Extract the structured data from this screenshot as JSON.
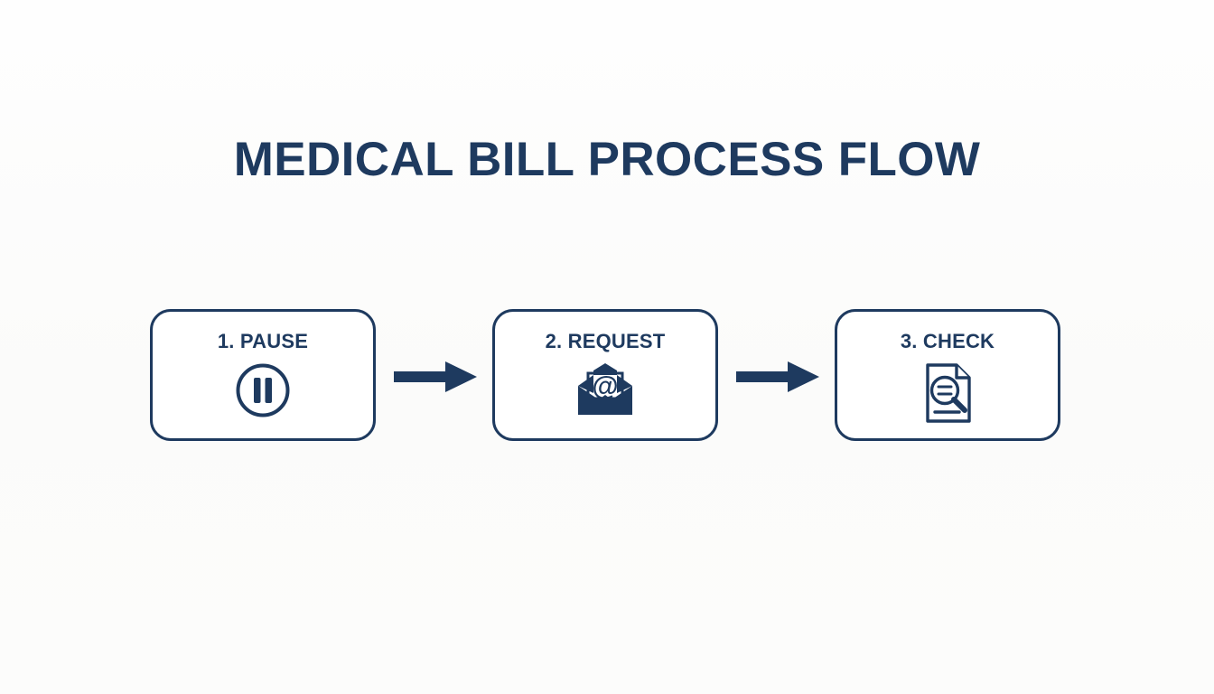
{
  "slide": {
    "title": "MEDICAL BILL PROCESS FLOW",
    "background_color": "#fdfdfc",
    "accent_color": "#1e3a5f"
  },
  "flow": {
    "steps": [
      {
        "label": "1. PAUSE",
        "number": "1",
        "name": "PAUSE",
        "icon": "pause-circle-icon"
      },
      {
        "label": "2. REQUEST",
        "number": "2",
        "name": "REQUEST",
        "icon": "email-envelope-icon"
      },
      {
        "label": "3. CHECK",
        "number": "3",
        "name": "CHECK",
        "icon": "document-magnifier-icon"
      }
    ],
    "connectors": [
      {
        "icon": "arrow-right-icon",
        "from": "1. PAUSE",
        "to": "2. REQUEST"
      },
      {
        "icon": "arrow-right-icon",
        "from": "2. REQUEST",
        "to": "3. CHECK"
      }
    ]
  }
}
